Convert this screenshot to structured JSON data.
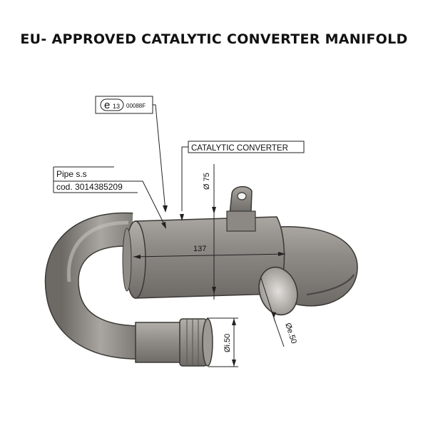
{
  "title": "EU- APPROVED CATALYTIC CONVERTER MANIFOLD",
  "homologation": {
    "mark_letter": "e",
    "mark_number": "13",
    "code": "00088F"
  },
  "labels": {
    "catalytic_converter": "CATALYTIC CONVERTER",
    "pipe_line1": "Pipe s.s",
    "pipe_line2": "cod. 3014385209"
  },
  "dimensions": {
    "converter_diameter": "Ø 75",
    "converter_length": "137",
    "inlet_diameter": "Øi.50",
    "outlet_diameter": "Øe.50"
  },
  "colors": {
    "metal_base": "#8f8c88",
    "metal_light": "#c4c1bc",
    "metal_dark": "#5f5c58",
    "line": "#222222"
  }
}
